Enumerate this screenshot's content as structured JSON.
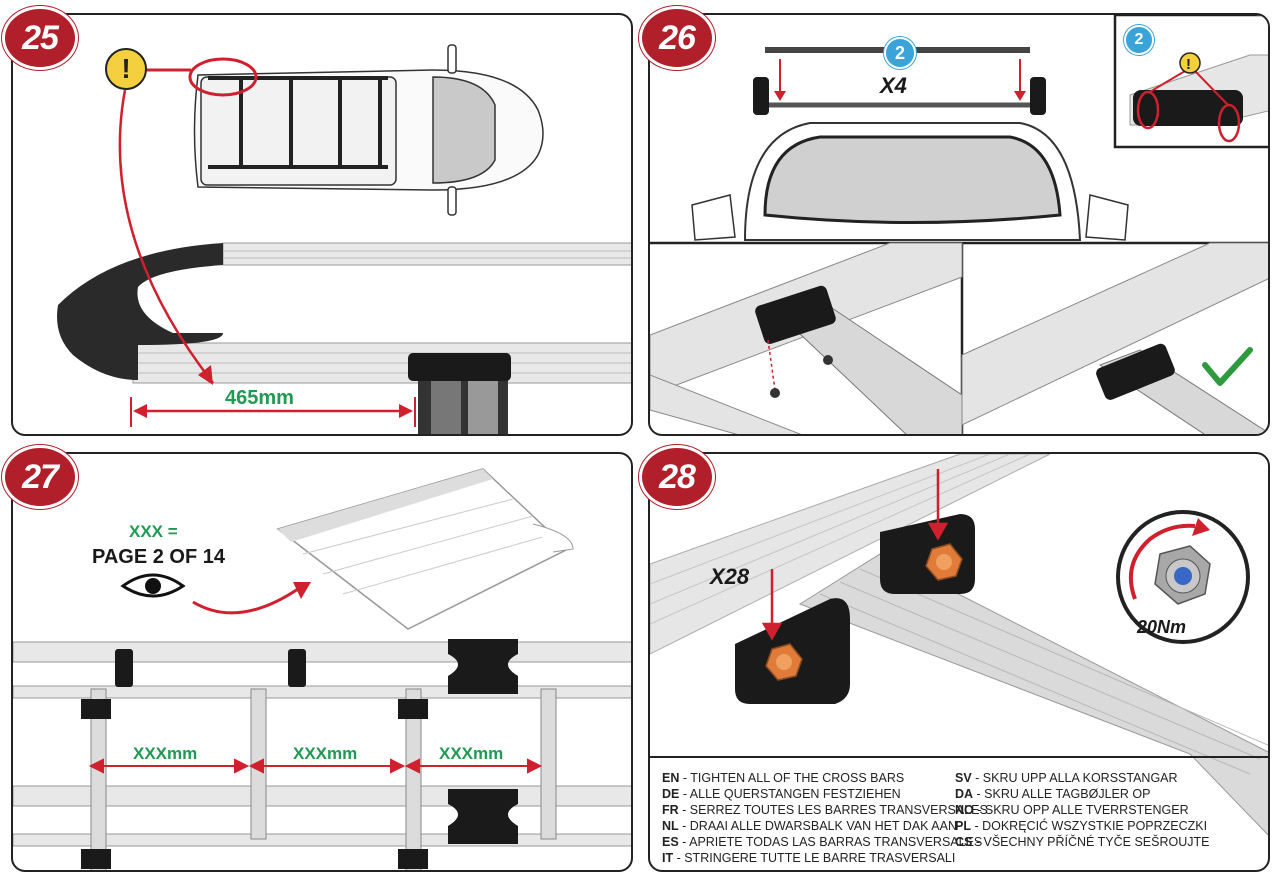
{
  "steps": [
    {
      "number": "25",
      "dimension": "465mm"
    },
    {
      "number": "26",
      "quantity": "X4",
      "part_number": "2",
      "inset_part_number": "2"
    },
    {
      "number": "27",
      "xxx_def": "XXX =",
      "page_ref": "PAGE 2 OF 14",
      "spacing_labels": [
        "XXXmm",
        "XXXmm",
        "XXXmm"
      ]
    },
    {
      "number": "28",
      "quantity": "X28",
      "torque": "20Nm"
    }
  ],
  "warning_symbol": "!",
  "instructions_left": [
    {
      "code": "EN",
      "text": " - TIGHTEN ALL OF THE CROSS BARS"
    },
    {
      "code": "DE",
      "text": " - ALLE QUERSTANGEN FESTZIEHEN"
    },
    {
      "code": "FR",
      "text": " - SERREZ TOUTES LES BARRES TRANSVERSALES"
    },
    {
      "code": "NL",
      "text": " - DRAAI ALLE DWARSBALK VAN HET DAK AAN"
    },
    {
      "code": "ES",
      "text": " - APRIETE TODAS LAS BARRAS TRANSVERSALES"
    },
    {
      "code": "IT",
      "text": " - STRINGERE TUTTE LE BARRE TRASVERSALI"
    }
  ],
  "instructions_right": [
    {
      "code": "SV",
      "text": " - SKRU UPP ALLA KORSSTANGAR"
    },
    {
      "code": "DA",
      "text": " - SKRU ALLE TAGBØJLER OP"
    },
    {
      "code": "NO",
      "text": " - SKRU OPP ALLE TVERRSTENGER"
    },
    {
      "code": "PL",
      "text": " - DOKRĘCIĆ WSZYSTKIE POPRZECZKI"
    },
    {
      "code": "CS",
      "text": " - VŠECHNY PŘÍČNÉ TYČE SEŠROUJTE"
    }
  ],
  "colors": {
    "badge": "#b01f2a",
    "dimension": "#1f9a52",
    "arrow": "#d0202e",
    "check": "#2e9a3e",
    "nut": "#e07b39",
    "part_circle": "#3aa3d8",
    "warning": "#f4d03f"
  }
}
